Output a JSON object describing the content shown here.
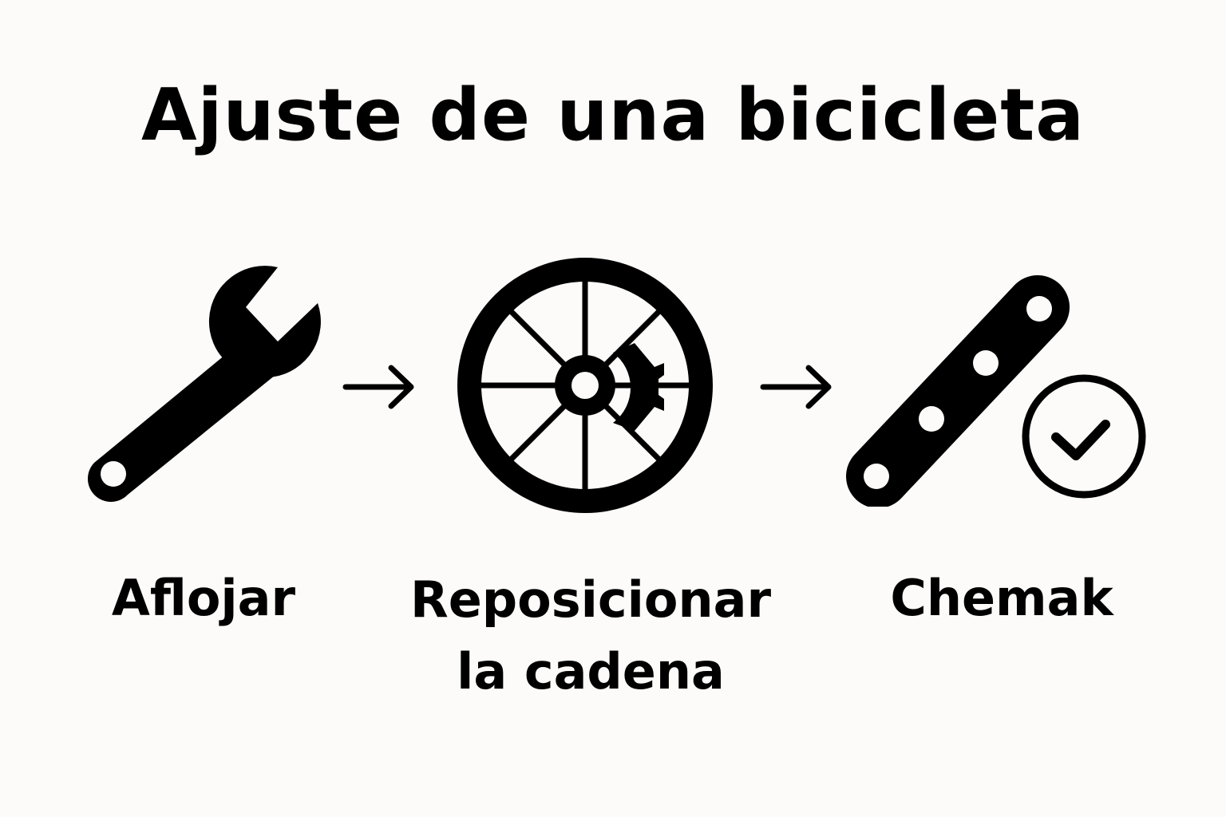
{
  "title": "Ajuste de una bicicleta",
  "steps": [
    {
      "icon": "wrench-icon",
      "label": "Aflojar"
    },
    {
      "icon": "wheel-gear-icon",
      "label_line1": "Reposicionar",
      "label_line2": "la cadena"
    },
    {
      "icon": "chain-check-icon",
      "label": "Chemak"
    }
  ],
  "arrows": [
    "arrow-right-icon",
    "arrow-right-icon"
  ],
  "colors": {
    "background": "#fcfbf9",
    "foreground": "#000000"
  }
}
